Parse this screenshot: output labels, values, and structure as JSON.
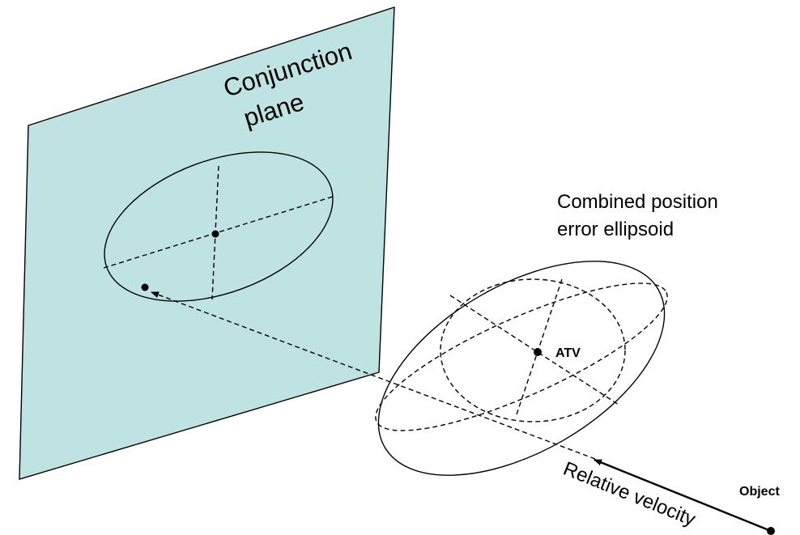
{
  "labels": {
    "conjunction_plane_line1": "Conjunction",
    "conjunction_plane_line2": "plane",
    "ellipsoid_line1": "Combined position",
    "ellipsoid_line2": "error ellipsoid",
    "atv": "ATV",
    "object": "Object",
    "relative_velocity": "Relative velocity"
  },
  "colors": {
    "plane_fill": "#bfe3e3",
    "stroke": "#000000"
  }
}
